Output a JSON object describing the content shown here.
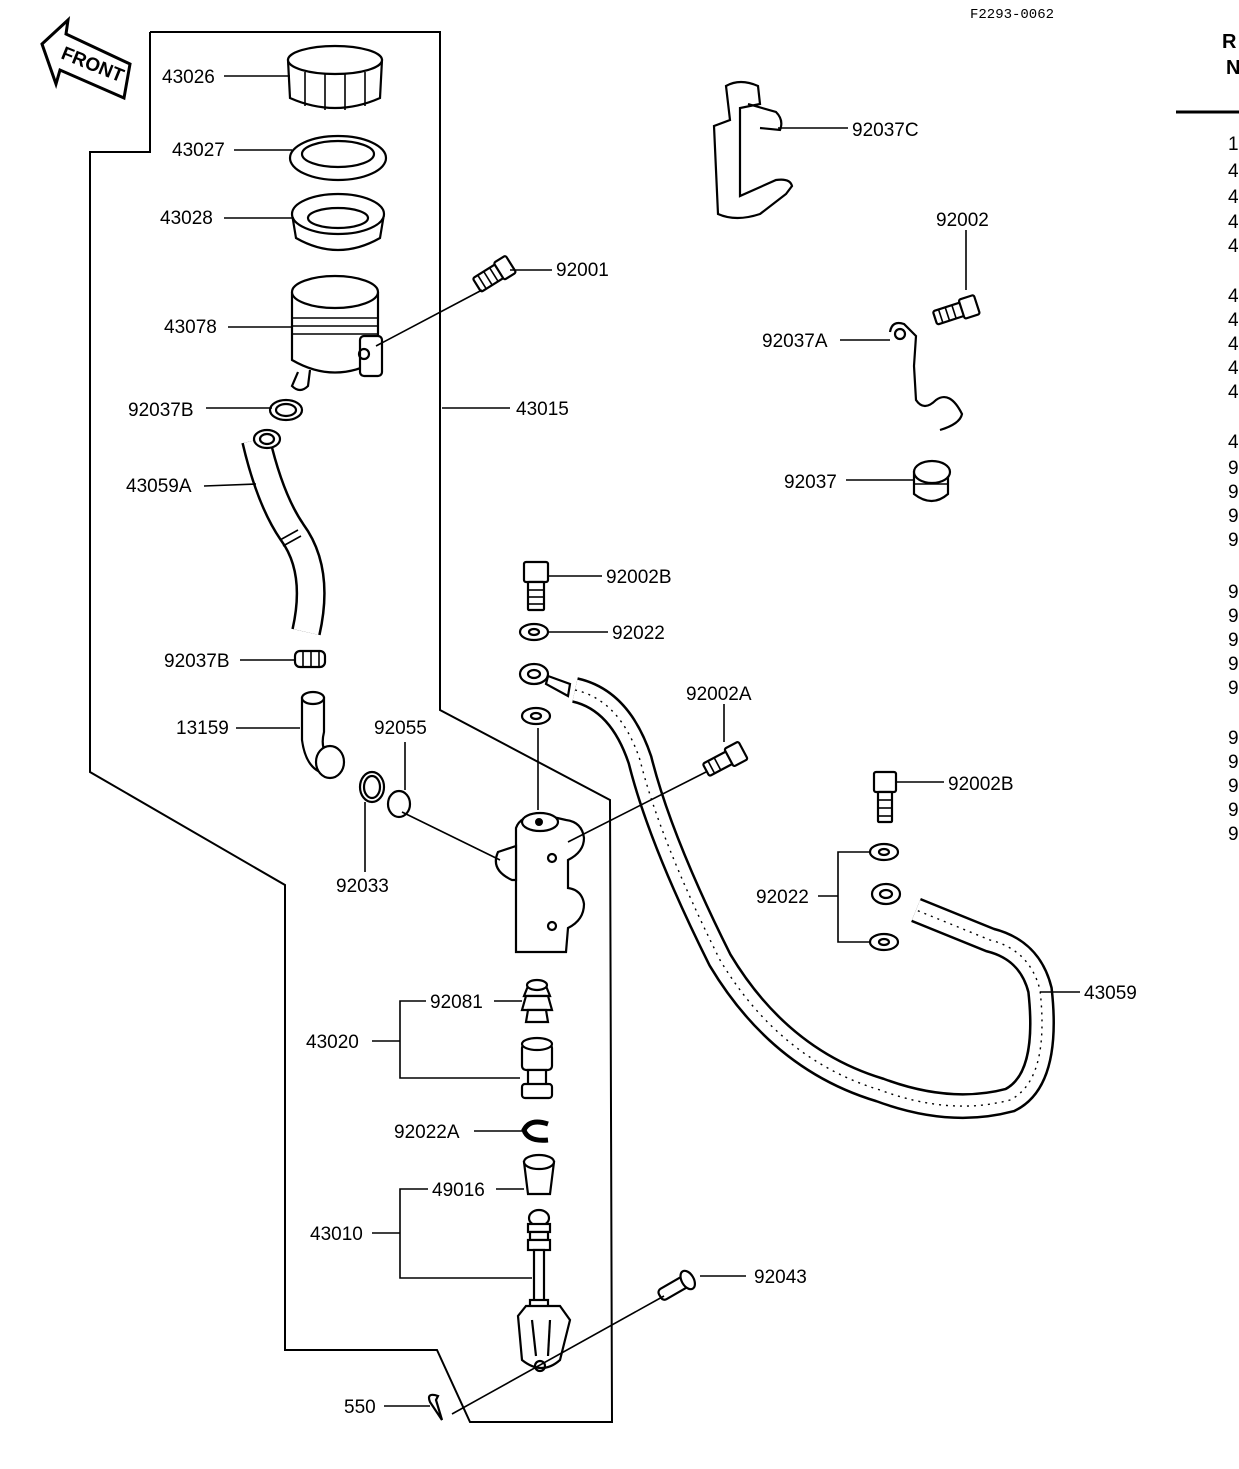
{
  "diagram_code": "F2293-0062",
  "front_label": "FRONT",
  "side_header": [
    "R",
    "N"
  ],
  "side_items": [
    "1",
    "4",
    "4",
    "4",
    "4",
    "4",
    "4",
    "4",
    "4",
    "4",
    "4",
    "9",
    "9",
    "9",
    "9",
    "9",
    "9",
    "9",
    "9",
    "9",
    "9",
    "9",
    "9",
    "9",
    "9"
  ],
  "labels": {
    "p43026": "43026",
    "p43027": "43027",
    "p43028": "43028",
    "p43078": "43078",
    "p92001": "92001",
    "p92037B_top": "92037B",
    "p43015": "43015",
    "p43059A": "43059A",
    "p92037B_bottom": "92037B",
    "p13159": "13159",
    "p92055": "92055",
    "p92033": "92033",
    "p92037C": "92037C",
    "p92002": "92002",
    "p92037A": "92037A",
    "p92037": "92037",
    "p92002B_top": "92002B",
    "p92022_top": "92022",
    "p92002A": "92002A",
    "p92002B_right": "92002B",
    "p92022_right": "92022",
    "p43059": "43059",
    "p92081": "92081",
    "p43020": "43020",
    "p92022A": "92022A",
    "p49016": "49016",
    "p43010": "43010",
    "p92043": "92043",
    "p550": "550"
  }
}
